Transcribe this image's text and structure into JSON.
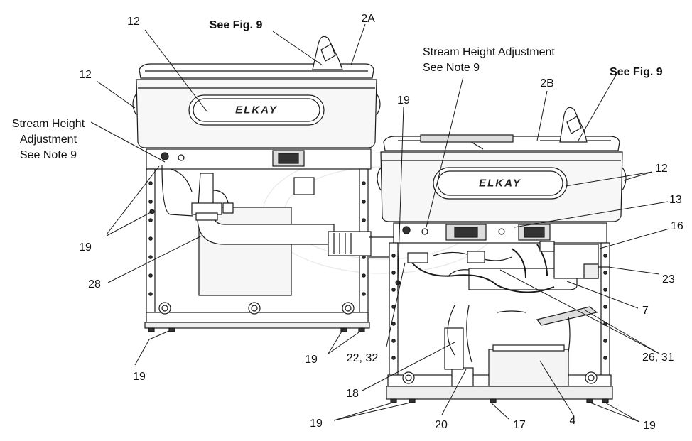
{
  "brand": "ELKAY",
  "callouts": {
    "see_fig_left": "See Fig. 9",
    "see_fig_right": "See Fig. 9",
    "stream_left": [
      "Stream Height",
      "Adjustment",
      "See Note 9"
    ],
    "stream_right": [
      "Stream Height Adjustment",
      "See Note 9"
    ]
  },
  "labels": {
    "l12_top": "12",
    "l12_left": "12",
    "l2a": "2A",
    "l2b": "2B",
    "l19_mid": "19",
    "l12_right": "12",
    "l13": "13",
    "l16": "16",
    "l23": "23",
    "l7": "7",
    "l19_left": "19",
    "l28": "28",
    "l19_bottom_left": "19",
    "l19_center": "19",
    "l22_32": "22, 32",
    "l26_31": "26, 31",
    "l18": "18",
    "l4": "4",
    "l19_bottom_center": "19",
    "l20": "20",
    "l17": "17",
    "l19_bottom_right": "19"
  },
  "colors": {
    "line": "#1a1a1a",
    "fill": "#ffffff",
    "shade": "#f3f3f3",
    "watermark": "#e4e4e4"
  }
}
